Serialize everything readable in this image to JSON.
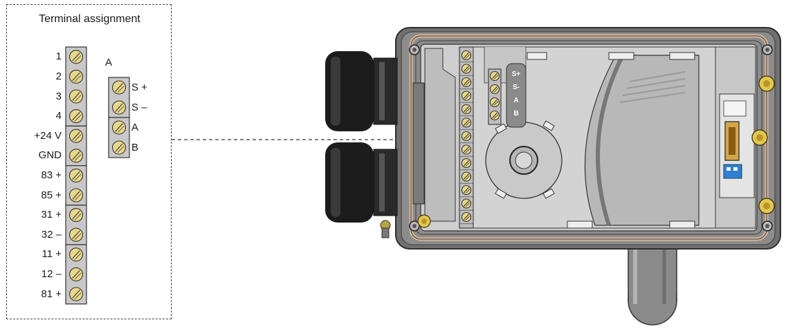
{
  "legend": {
    "title": "Terminal assignment",
    "main_terminals": [
      "1",
      "2",
      "3",
      "4",
      "+24 V",
      "GND",
      "83 +",
      "85 +",
      "31 +",
      "32 –",
      "11 +",
      "12 –",
      "81 +"
    ],
    "group_a": {
      "label": "A",
      "terminals": [
        "S +",
        "S –",
        "A",
        "B"
      ]
    }
  },
  "device": {
    "inner_terminal_labels": [
      "S+",
      "S-",
      "A",
      "B"
    ]
  },
  "colors": {
    "terminal_block": "#c8c8c8",
    "screw_head": "#e8d78a",
    "housing": "#6e6e6e",
    "housing_inner": "#cfcfcf",
    "cable_gland": "#1c1c1c",
    "blue_jumper": "#2f7fd0"
  }
}
